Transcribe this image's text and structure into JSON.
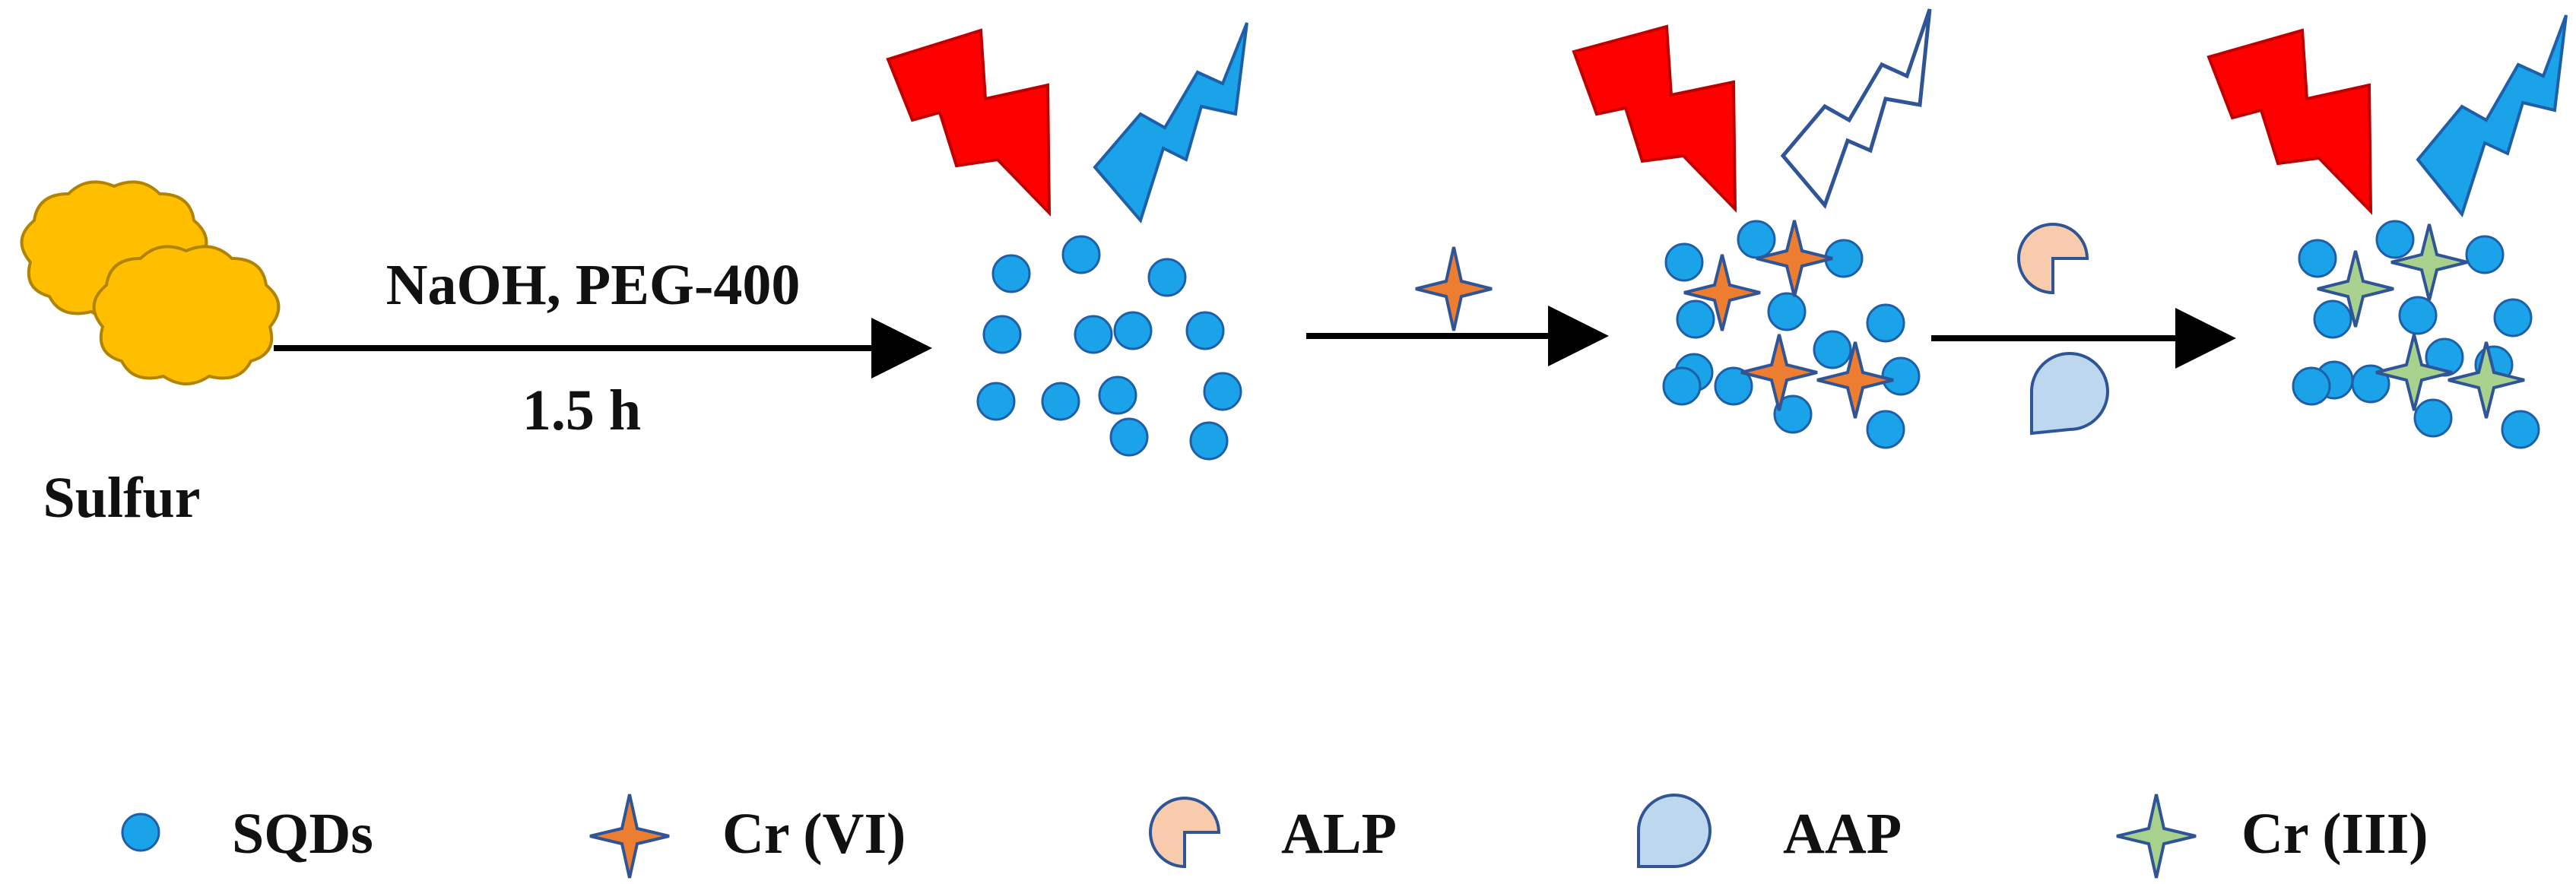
{
  "sulfur_label": "Sulfur",
  "step1": {
    "reagents": "NaOH, PEG-400",
    "time": "1.5 h"
  },
  "legend": {
    "sqds": "SQDs",
    "cr6": "Cr (VI)",
    "alp": "ALP",
    "aap": "AAP",
    "cr3": "Cr (III)"
  },
  "colors": {
    "sqd_fill": "#1aa3e8",
    "sqd_stroke": "#1f5fa8",
    "sulfur_fill": "#ffbf00",
    "sulfur_stroke": "#b08400",
    "cr6_fill": "#ed7d31",
    "cr3_fill": "#a9d18e",
    "star_stroke": "#2f5597",
    "alp_fill": "#f8cbad",
    "aap_fill": "#bdd7ee",
    "flash_red": "#ff0000",
    "flash_blue": "#1aa3e8",
    "flash_outline": "#2f5597",
    "arrow": "#000000"
  },
  "icons": [
    "red-lightning-icon",
    "blue-lightning-icon",
    "hollow-lightning-icon",
    "sulfur-cloud-icon",
    "sqd-dot-icon",
    "cr6-star-icon",
    "cr3-star-icon",
    "alp-pacman-icon",
    "aap-drop-icon",
    "arrow-icon"
  ]
}
